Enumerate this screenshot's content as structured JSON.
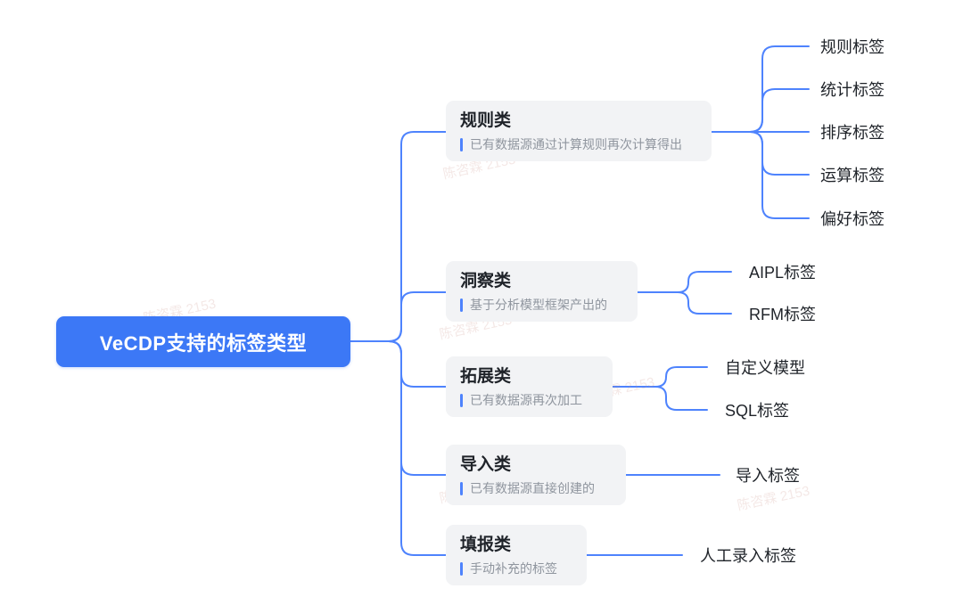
{
  "root": {
    "label": "VeCDP支持的标签类型"
  },
  "branches": [
    {
      "title": "规则类",
      "subtitle": "已有数据源通过计算规则再次计算得出",
      "children": [
        "规则标签",
        "统计标签",
        "排序标签",
        "运算标签",
        "偏好标签"
      ]
    },
    {
      "title": "洞察类",
      "subtitle": "基于分析模型框架产出的",
      "children": [
        "AIPL标签",
        "RFM标签"
      ]
    },
    {
      "title": "拓展类",
      "subtitle": "已有数据源再次加工",
      "children": [
        "自定义模型",
        "SQL标签"
      ]
    },
    {
      "title": "导入类",
      "subtitle": "已有数据源直接创建的",
      "children": [
        "导入标签"
      ]
    },
    {
      "title": "填报类",
      "subtitle": "手动补充的标签",
      "children": [
        "人工录入标签"
      ]
    }
  ],
  "watermark": {
    "text": "陈咨霖 2153"
  },
  "colors": {
    "root_bg": "#3c78f6",
    "connector": "#4e83fd",
    "branch_bg": "#f2f3f5",
    "title_text": "#1f2329",
    "subtitle_text": "#8f959e",
    "accent_bar": "#4e83fd"
  }
}
